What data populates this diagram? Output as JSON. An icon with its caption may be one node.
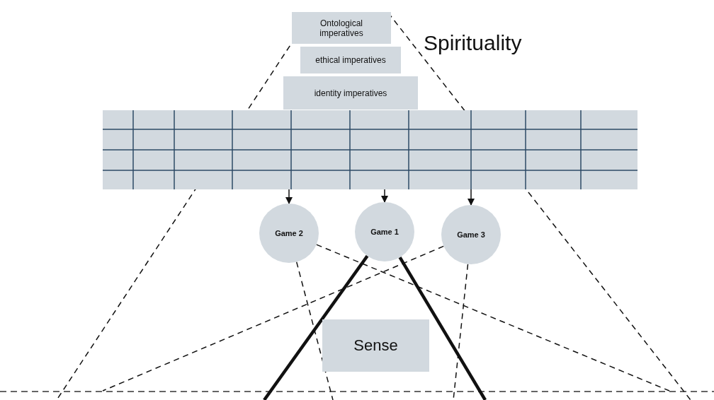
{
  "diagram": {
    "nodes": [
      {
        "text": [
          "Ontological imperatives"
        ]
      },
      {
        "text": [
          "ethical imperatives"
        ]
      },
      {
        "text": [
          "identity imperatives"
        ]
      },
      {
        "text": [],
        "shape": "box"
      },
      {
        "text": [
          "Game 2"
        ]
      },
      {
        "text": [
          "Game 1"
        ]
      },
      {
        "text": [
          "Game 3"
        ]
      },
      {
        "text": [
          "Sense"
        ]
      }
    ],
    "edges": [
      {
        "from": 3,
        "to": 4,
        "arrow": "to"
      },
      {
        "from": 3,
        "to": 5,
        "arrow": "to"
      },
      {
        "from": 3,
        "to": 6,
        "arrow": "to"
      },
      {
        "from": 0,
        "to": null,
        "arrow": "none",
        "style": "dashed"
      },
      {
        "from": 0,
        "to": null,
        "arrow": "none",
        "style": "dashed"
      },
      {
        "from": 4,
        "to": null,
        "arrow": "none",
        "style": "dashed"
      },
      {
        "from": 4,
        "to": null,
        "arrow": "none",
        "style": "dashed"
      },
      {
        "from": 5,
        "to": null,
        "arrow": "none",
        "style": "thick"
      },
      {
        "from": 5,
        "to": null,
        "arrow": "none",
        "style": "thick"
      },
      {
        "from": 6,
        "to": null,
        "arrow": "none",
        "style": "dashed"
      },
      {
        "from": 6,
        "to": null,
        "arrow": "none",
        "style": "dashed"
      }
    ],
    "labels": [
      "Spirituality"
    ]
  }
}
